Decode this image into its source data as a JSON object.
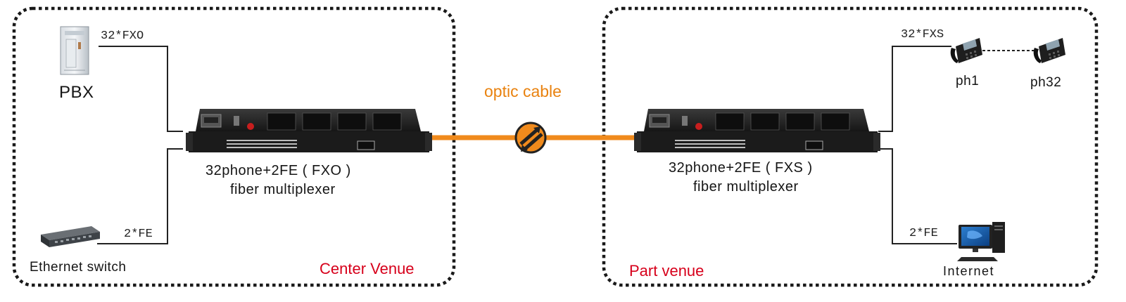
{
  "diagram": {
    "left_venue": {
      "title": "Center  Venue",
      "pbx_label": "PBX",
      "fxo_link": "32*FXO",
      "fe_link": "2*FE",
      "switch_label": "Ethernet switch",
      "device_line1": "32phone+2FE ( FXO )",
      "device_line2": "fiber multiplexer"
    },
    "link": {
      "label": "optic cable"
    },
    "right_venue": {
      "title": "Part venue",
      "fxs_link": "32*FXS",
      "fe_link": "2*FE",
      "phone_first": "ph1",
      "phone_last": "ph32",
      "internet_label": "Internet",
      "device_line1": "32phone+2FE ( FXS )",
      "device_line2": "fiber multiplexer"
    },
    "colors": {
      "fiber": "#f08a1c",
      "venue_title": "#d7001b",
      "cable_label": "#e9820f",
      "frame": "#1a1a1a"
    },
    "icons": [
      "pbx-cabinet-icon",
      "ethernet-switch-icon",
      "fiber-multiplexer-icon",
      "optic-link-icon",
      "ip-phone-icon",
      "computer-icon"
    ]
  }
}
